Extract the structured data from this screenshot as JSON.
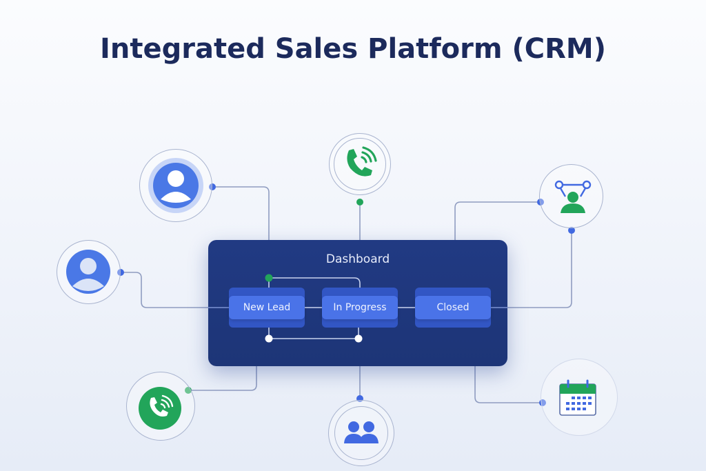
{
  "title": "Integrated Sales Platform (CRM)",
  "dashboard": {
    "title": "Dashboard",
    "stages": [
      {
        "label": "New Lead"
      },
      {
        "label": "In Progress"
      },
      {
        "label": "Closed"
      }
    ]
  },
  "nodes": [
    {
      "id": "contact-top-left",
      "icon": "user-icon"
    },
    {
      "id": "contact-left",
      "icon": "user-icon"
    },
    {
      "id": "phone-top",
      "icon": "phone-call-icon"
    },
    {
      "id": "phone-bottom-left",
      "icon": "phone-call-icon"
    },
    {
      "id": "network-top-right",
      "icon": "user-network-icon"
    },
    {
      "id": "team-bottom",
      "icon": "team-icon"
    },
    {
      "id": "calendar-bottom-right",
      "icon": "calendar-icon"
    }
  ],
  "colors": {
    "title": "#1c2a5c",
    "dashboard_bg": "#213a83",
    "stage": "#4a73e8",
    "accent_blue": "#4169e1",
    "accent_green": "#22a55a",
    "line": "#8f9cc0"
  }
}
